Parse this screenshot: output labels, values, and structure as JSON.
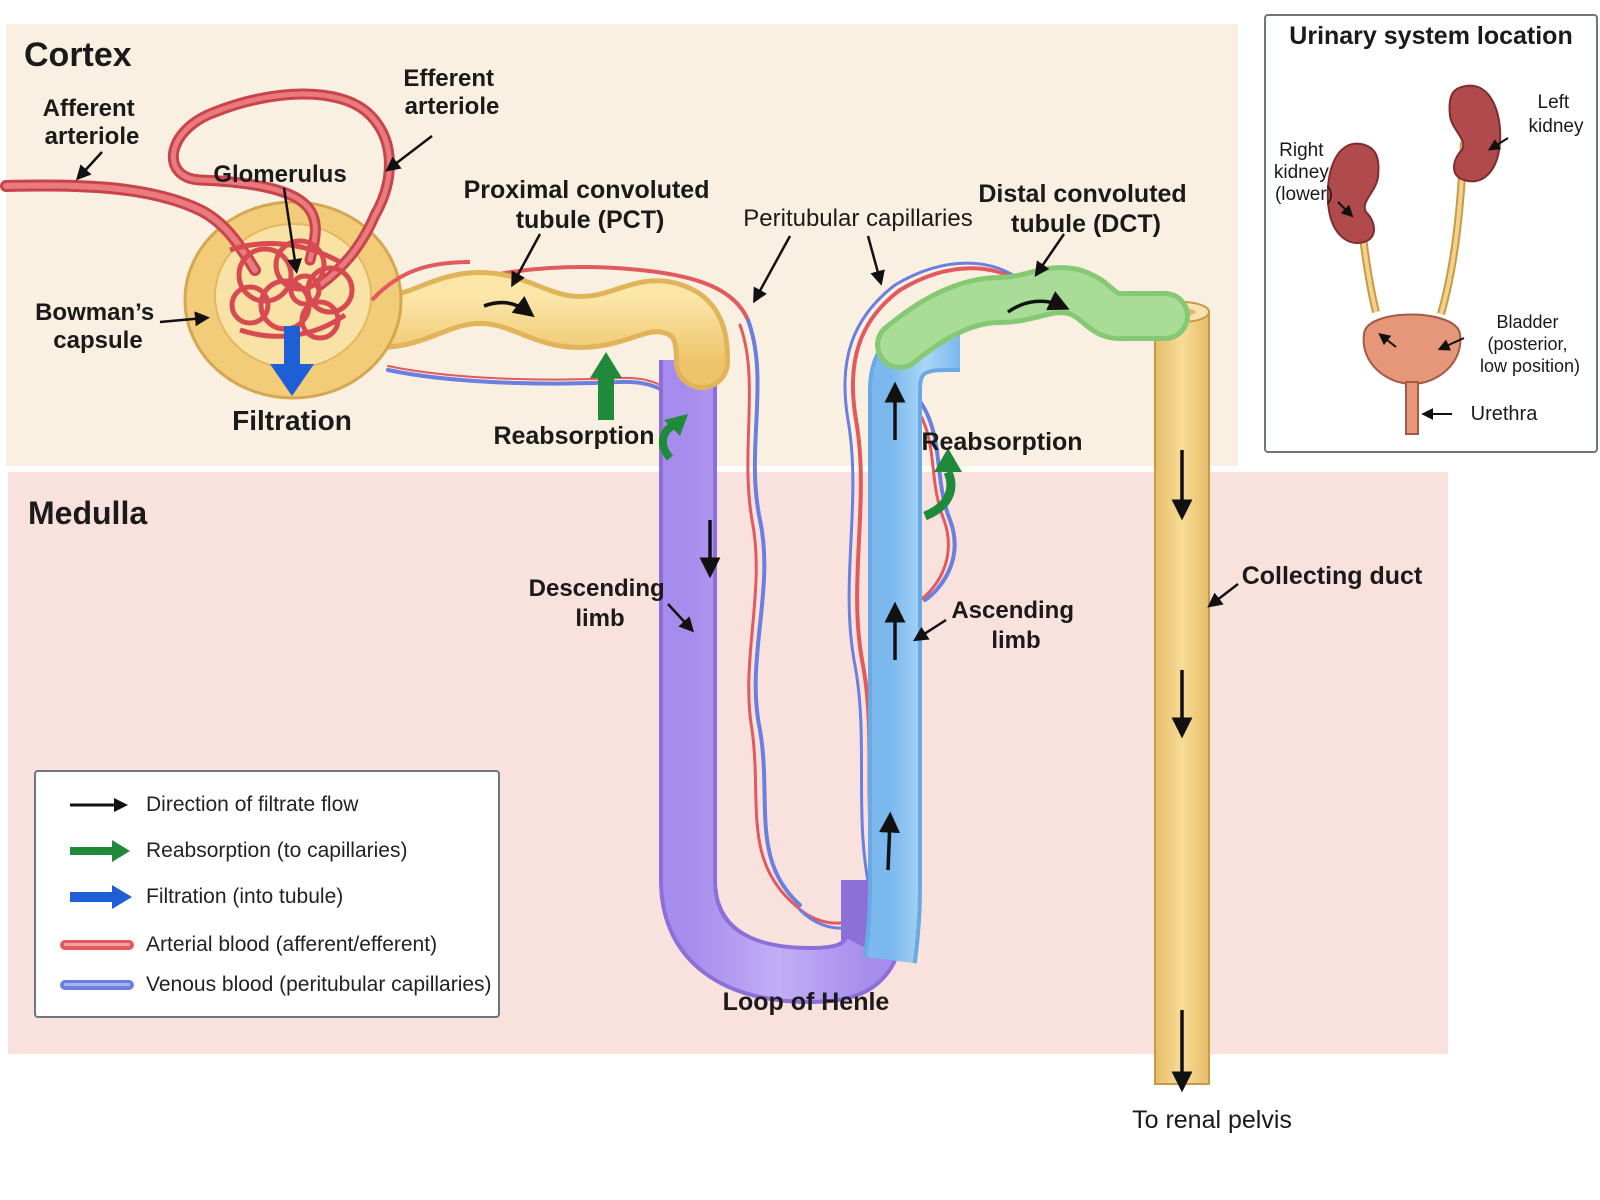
{
  "regions": {
    "cortex": "Cortex",
    "medulla": "Medulla"
  },
  "labels": {
    "afferent": [
      "Afferent",
      "arteriole"
    ],
    "efferent": [
      "Efferent",
      "arteriole"
    ],
    "glomerulus": "Glomerulus",
    "bowmans": [
      "Bowman’s",
      "capsule"
    ],
    "filtration": "Filtration",
    "pct": [
      "Proximal convoluted",
      "tubule (PCT)"
    ],
    "peritubular": "Peritubular capillaries",
    "dct": [
      "Distal convoluted",
      "tubule (DCT)"
    ],
    "reabsorption_left": "Reabsorption",
    "reabsorption_right": "Reabsorption",
    "descending": [
      "Descending",
      "limb"
    ],
    "ascending": [
      "Ascending",
      "limb"
    ],
    "collecting": "Collecting duct",
    "loop": "Loop of Henle",
    "renal_pelvis": "To renal pelvis"
  },
  "legend": [
    {
      "symbol": "black-arrow-icon",
      "text": "Direction of filtrate flow"
    },
    {
      "symbol": "green-arrow-icon",
      "text": "Reabsorption (to capillaries)"
    },
    {
      "symbol": "blue-arrow-icon",
      "text": "Filtration (into tubule)"
    },
    {
      "symbol": "red-line-icon",
      "text": "Arterial blood (afferent/efferent)"
    },
    {
      "symbol": "blue-line-icon",
      "text": "Venous blood (peritubular capillaries)"
    }
  ],
  "inset": {
    "title": "Urinary system location",
    "right_kidney": [
      "Right",
      "kidney",
      "(lower)"
    ],
    "left_kidney": [
      "Left",
      "kidney"
    ],
    "bladder": [
      "Bladder",
      "(posterior,",
      "low position)"
    ],
    "urethra": "Urethra"
  },
  "colors": {
    "cortex_bg": "#faf0e2",
    "medulla_bg": "#f9e2dd",
    "arterial": "#e05a5e",
    "venous": "#6a7fe0",
    "tubule": "#f6d98a",
    "descending": "#b39af0",
    "ascending": "#8ec7f2",
    "dct": "#a9dc96",
    "reabsorption": "#1e8a3a",
    "filtration": "#1f5fd6"
  }
}
